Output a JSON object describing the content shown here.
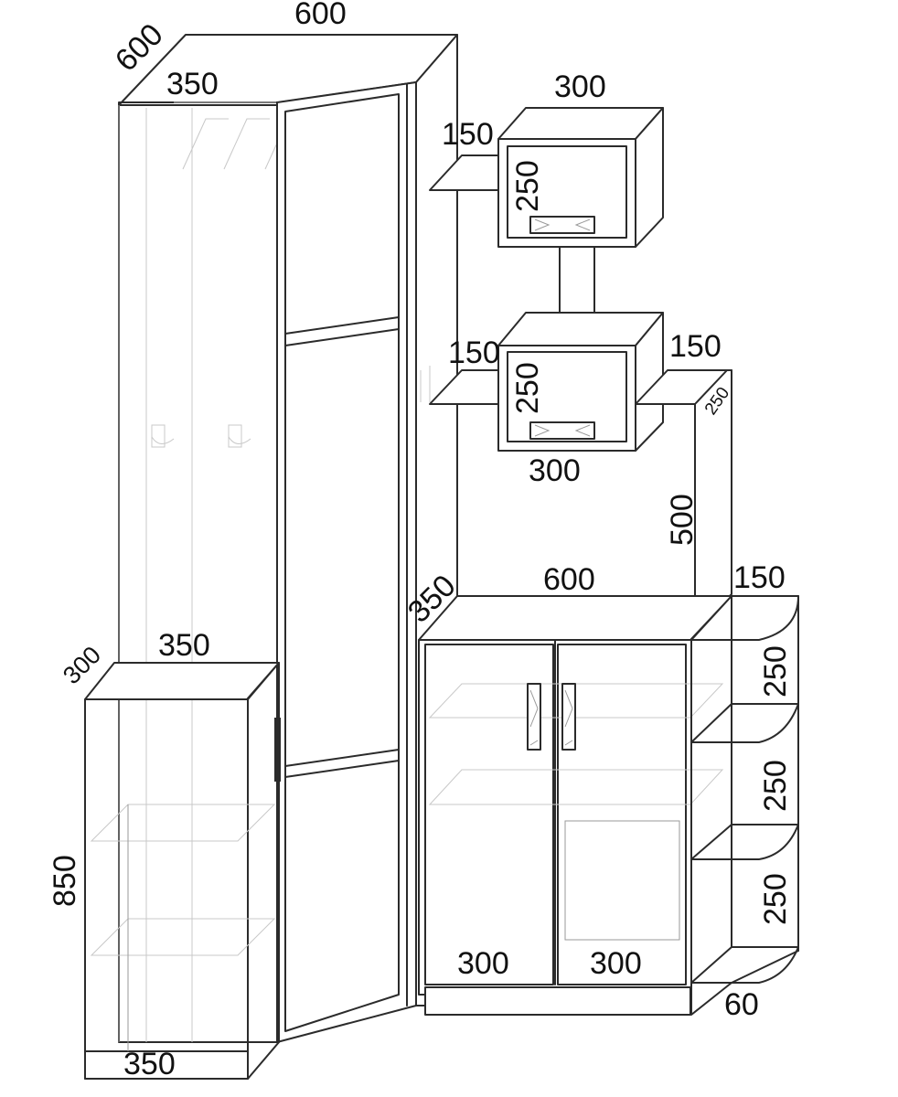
{
  "dimensions": {
    "wardrobe_depth": "600",
    "wardrobe_width": "600",
    "wardrobe_inner": "350",
    "cube_top_width": "300",
    "shelf_top_150": "150",
    "cube_top_height": "250",
    "shelf_mid_left_150": "150",
    "cube_mid_height": "250",
    "shelf_mid_right_150": "150",
    "shelf_mid_right_depth": "250",
    "cube_mid_width": "300",
    "post_height": "500",
    "cabinet_depth": "350",
    "cabinet_width": "600",
    "side_shelf_width": "150",
    "side_shelf_1": "250",
    "side_shelf_2": "250",
    "side_shelf_3": "250",
    "door_left": "300",
    "door_right": "300",
    "plinth": "60",
    "low_depth": "300",
    "low_width_top": "350",
    "low_height": "850",
    "low_width_bottom": "350"
  }
}
